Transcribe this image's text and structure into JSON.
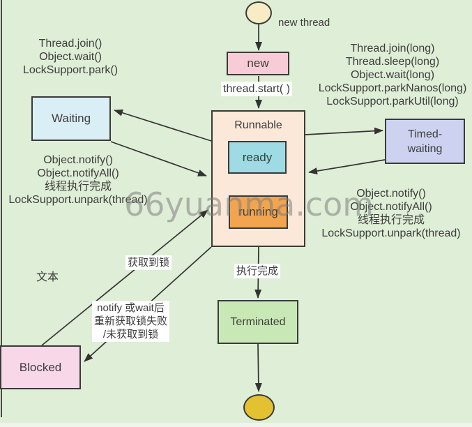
{
  "diagram": {
    "title_watermark": "66yuanma.com",
    "nodes": {
      "new": {
        "label": "new",
        "fill": "#f7ccd6"
      },
      "runnable": {
        "label": "Runnable",
        "fill": "#fbe8d9"
      },
      "ready": {
        "label": "ready",
        "fill": "#9edbe4"
      },
      "running": {
        "label": "running",
        "fill": "#f2a44e"
      },
      "waiting": {
        "label": "Waiting",
        "fill": "#daeef6"
      },
      "timed_waiting": {
        "label_line1": "Timed-",
        "label_line2": "waiting",
        "fill": "#cdd2f0"
      },
      "blocked": {
        "label": "Blocked",
        "fill": "#f8d7e9"
      },
      "terminated": {
        "label": "Terminated",
        "fill": "#c8e9b6"
      },
      "start_circle": {
        "fill": "#f8ecc6"
      },
      "end_circle": {
        "fill": "#e3c131"
      }
    },
    "annotations": {
      "new_thread": "new thread",
      "thread_start": "thread.start( )",
      "waiting_methods": [
        "Thread.join()",
        "Object.wait()",
        "LockSupport.park()"
      ],
      "timed_methods": [
        "Thread.join(long)",
        "Thread.sleep(long)",
        "Object.wait(long)",
        "LockSupport.parkNanos(long)",
        "LockSupport.parkUtil(long)"
      ],
      "waiting_return_methods": [
        "Object.notify()",
        "Object.notifyAll()",
        "线程执行完成",
        "LockSupport.unpark(thread)"
      ],
      "timed_return_methods": [
        "Object.notify()",
        "Object.notifyAll()",
        "线程执行完成",
        "LockSupport.unpark(thread)"
      ],
      "acquire_lock": "获取到锁",
      "blocked_reason": [
        "notify 或wait后",
        "重新获取锁失败",
        "/未获取到锁"
      ],
      "exec_done": "执行完成",
      "text_label": "文本"
    },
    "edges": [
      {
        "from": "start",
        "to": "new"
      },
      {
        "from": "new",
        "to": "runnable",
        "label": "thread.start( )"
      },
      {
        "from": "runnable",
        "to": "waiting"
      },
      {
        "from": "waiting",
        "to": "runnable"
      },
      {
        "from": "runnable",
        "to": "timed_waiting"
      },
      {
        "from": "timed_waiting",
        "to": "runnable"
      },
      {
        "from": "blocked",
        "to": "runnable",
        "label": "获取到锁"
      },
      {
        "from": "runnable",
        "to": "blocked",
        "label": "notify 或wait后 重新获取锁失败 /未获取到锁"
      },
      {
        "from": "runnable",
        "to": "terminated",
        "label": "执行完成"
      },
      {
        "from": "terminated",
        "to": "end"
      },
      {
        "from": "ready",
        "to": "running"
      },
      {
        "from": "running",
        "to": "ready"
      }
    ],
    "colors": {
      "background": "#dfeed6",
      "border": "#3a3a3a",
      "text": "#3d3d3d",
      "watermark": "#7f7f7f",
      "label_background": "#ffffff"
    }
  }
}
